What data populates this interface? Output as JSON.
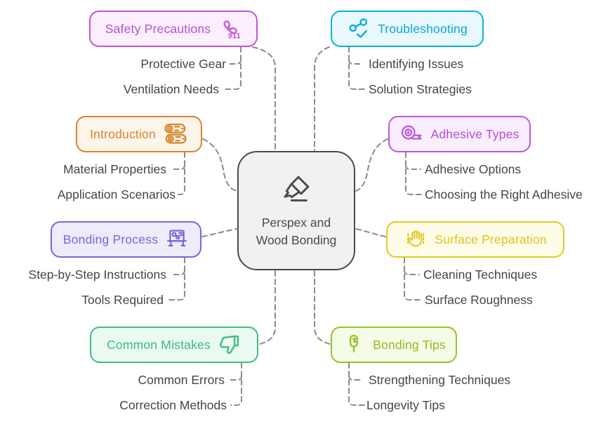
{
  "center": {
    "title": "Perspex and Wood Bonding",
    "icon": "highlighter-icon"
  },
  "connector_color": "#8a8a8a",
  "leaf_text_color": "#454545",
  "branches": [
    {
      "label": "Safety Precautions",
      "icon": "emergency-phone-911-icon",
      "side": "left",
      "colors": {
        "border": "#c653d8",
        "bg": "#fbeffd",
        "text": "#b253d1"
      },
      "children": [
        "Protective Gear",
        "Ventilation Needs"
      ]
    },
    {
      "label": "Troubleshooting",
      "icon": "share-check-icon",
      "side": "right",
      "colors": {
        "border": "#0cb0d8",
        "bg": "#e9f8fd",
        "text": "#0aa7d4"
      },
      "children": [
        "Identifying Issues",
        "Solution Strategies"
      ]
    },
    {
      "label": "Introduction",
      "icon": "wood-logs-icon",
      "side": "left",
      "colors": {
        "border": "#d6862e",
        "bg": "#fdf4ea",
        "text": "#d6862e"
      },
      "children": [
        "Material Properties",
        "Application Scenarios"
      ]
    },
    {
      "label": "Adhesive Types",
      "icon": "tape-roll-icon",
      "side": "right",
      "colors": {
        "border": "#bb5ad8",
        "bg": "#f9eefd",
        "text": "#b44fd4"
      },
      "children": [
        "Adhesive Options",
        "Choosing the Right Adhesive"
      ]
    },
    {
      "label": "Bonding Process",
      "icon": "workbench-icon",
      "side": "left",
      "colors": {
        "border": "#7a66db",
        "bg": "#edecfa",
        "text": "#7668dd"
      },
      "children": [
        "Step-by-Step Instructions",
        "Tools Required"
      ]
    },
    {
      "label": "Surface Preparation",
      "icon": "hand-icon",
      "side": "right",
      "colors": {
        "border": "#e2ca22",
        "bg": "#fdfce9",
        "text": "#dfc41c"
      },
      "children": [
        "Cleaning Techniques",
        "Surface Roughness"
      ]
    },
    {
      "label": "Common Mistakes",
      "icon": "thumbs-down-icon",
      "side": "left",
      "colors": {
        "border": "#41bd80",
        "bg": "#eafaf2",
        "text": "#3cba7c"
      },
      "children": [
        "Common Errors",
        "Correction Methods"
      ]
    },
    {
      "label": "Bonding Tips",
      "icon": "glue-stick-icon",
      "side": "right",
      "colors": {
        "border": "#94c426",
        "bg": "#f5fbe6",
        "text": "#8cbe22"
      },
      "children": [
        "Strengthening Techniques",
        "Longevity Tips"
      ]
    }
  ]
}
